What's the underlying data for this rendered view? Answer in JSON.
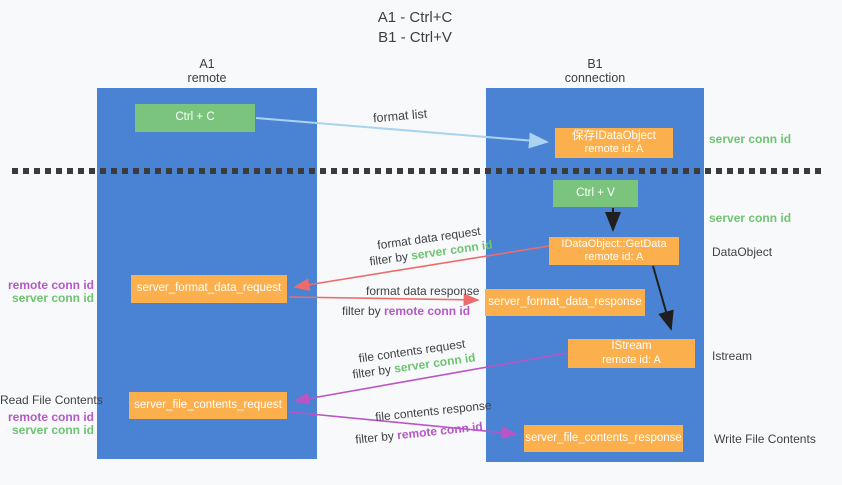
{
  "title": {
    "line1": "A1 - Ctrl+C",
    "line2": "B1 - Ctrl+V"
  },
  "columns": {
    "left": {
      "name": "A1",
      "role": "remote"
    },
    "right": {
      "name": "B1",
      "role": "connection"
    }
  },
  "nodes": {
    "ctrl_c": "Ctrl + C",
    "ctrl_v": "Ctrl + V",
    "save_idataobject": {
      "line1": "保存IDataObject",
      "line2": "remote id: A"
    },
    "getdata": {
      "line1": "IDataObject::GetData",
      "line2": "remote id: A"
    },
    "istream": {
      "line1": "IStream",
      "line2": "remote id: A"
    },
    "server_format_data_request": "server_format_data_request",
    "server_format_data_response": "server_format_data_response",
    "server_file_contents_request": "server_file_contents_request",
    "server_file_contents_response": "server_file_contents_response"
  },
  "edge_labels": {
    "format_list": "format list",
    "format_data_request": "format data request",
    "format_data_response": "format data response",
    "file_contents_request": "file contents request",
    "file_contents_response": "file contents response",
    "filter_by": "filter by ",
    "server_conn_id": "server conn id",
    "remote_conn_id": "remote conn id"
  },
  "side_labels": {
    "server_conn_id_top": "server conn id",
    "server_conn_id_mid": "server conn id",
    "dataobject": "DataObject",
    "istream": "Istream",
    "write_file_contents": "Write File Contents",
    "read_file_contents": "Read File Contents",
    "left_mid": {
      "remote": "remote conn id",
      "server": "server conn id"
    },
    "left_bottom": {
      "remote": "remote conn id",
      "server": "server conn id"
    }
  },
  "colors": {
    "column_blue": "#4a83d3",
    "node_green": "#7bc47d",
    "node_orange": "#fbb04d",
    "arrow_red": "#ef6b6b",
    "arrow_magenta": "#bb54c4",
    "arrow_light_blue": "#a9d3ef",
    "arrow_black": "#1f1f1f",
    "dotted_line": "#3b3b3b",
    "label_green": "#6dc471",
    "label_purple": "#b558c8"
  }
}
